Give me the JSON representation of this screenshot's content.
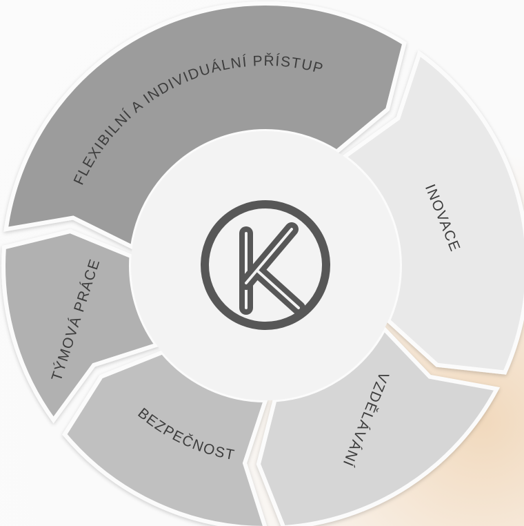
{
  "segments": [
    {
      "id": "flexibilni",
      "label": "FLEXIBILNÍ A INDIVIDUÁLNÍ PŘÍSTUP",
      "color": "#9c9c9c",
      "text_color": "#f2f2f2"
    },
    {
      "id": "inovace",
      "label": "INOVACE",
      "color": "#e9e9e9",
      "text_color": "#4a4a4a"
    },
    {
      "id": "vzdelavani",
      "label": "VZDĚLÁVÁNÍ",
      "color": "#d6d6d6",
      "text_color": "#3f3f3f"
    },
    {
      "id": "bezpecnost",
      "label": "BEZPEČNOST",
      "color": "#c0c0c0",
      "text_color": "#3f3f3f"
    },
    {
      "id": "tymova",
      "label": "TÝMOVÁ PRÁCE",
      "color": "#b1b1b1",
      "text_color": "#3a3a3a"
    }
  ],
  "center": {
    "logo_icon": "k-monogram-logo-icon",
    "logo_color": "#575757",
    "disc_color": "#f3f3f3"
  }
}
